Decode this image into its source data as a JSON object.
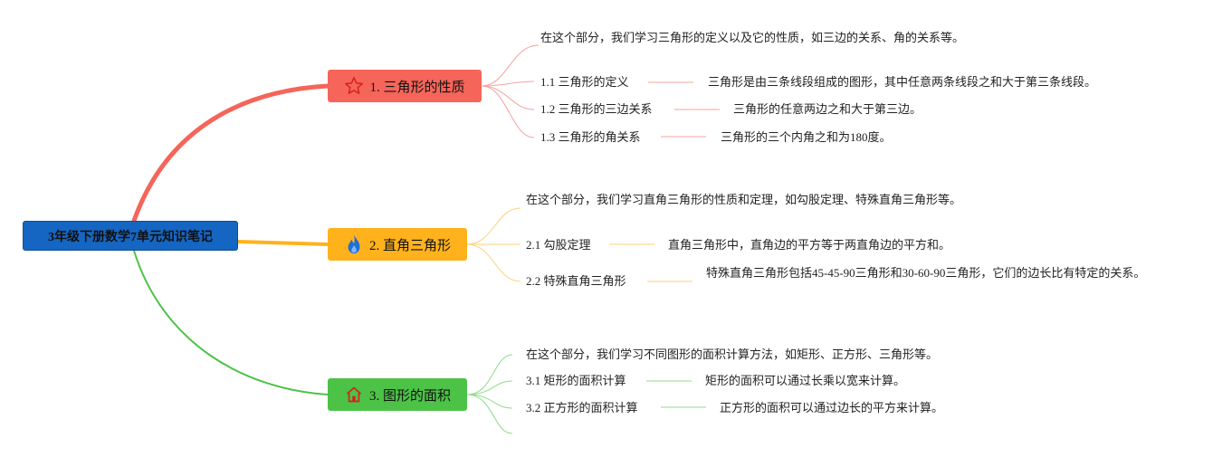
{
  "root": {
    "label": "3年级下册数学7单元知识笔记"
  },
  "colors": {
    "root": "#1566c2",
    "topic1": "#f5655a",
    "topic2": "#ffb21c",
    "topic3": "#4cc246"
  },
  "topics": [
    {
      "icon": "star-icon",
      "label": "1. 三角形的性质",
      "intro": "在这个部分，我们学习三角形的定义以及它的性质，如三边的关系、角的关系等。",
      "items": [
        {
          "label": "1.1 三角形的定义",
          "detail": "三角形是由三条线段组成的图形，其中任意两条线段之和大于第三条线段。"
        },
        {
          "label": "1.2 三角形的三边关系",
          "detail": "三角形的任意两边之和大于第三边。"
        },
        {
          "label": "1.3 三角形的角关系",
          "detail": "三角形的三个内角之和为180度。"
        }
      ]
    },
    {
      "icon": "flame-icon",
      "label": "2. 直角三角形",
      "intro": "在这个部分，我们学习直角三角形的性质和定理，如勾股定理、特殊直角三角形等。",
      "items": [
        {
          "label": "2.1 勾股定理",
          "detail": "直角三角形中，直角边的平方等于两直角边的平方和。"
        },
        {
          "label": "2.2 特殊直角三角形",
          "detail": "特殊直角三角形包括45-45-90三角形和30-60-90三角形，它们的边长比有特定的关系。"
        }
      ]
    },
    {
      "icon": "house-icon",
      "label": "3. 图形的面积",
      "intro": "在这个部分，我们学习不同图形的面积计算方法，如矩形、正方形、三角形等。",
      "items": [
        {
          "label": "3.1 矩形的面积计算",
          "detail": "矩形的面积可以通过长乘以宽来计算。"
        },
        {
          "label": "3.2 正方形的面积计算",
          "detail": "正方形的面积可以通过边长的平方来计算。"
        }
      ]
    }
  ]
}
